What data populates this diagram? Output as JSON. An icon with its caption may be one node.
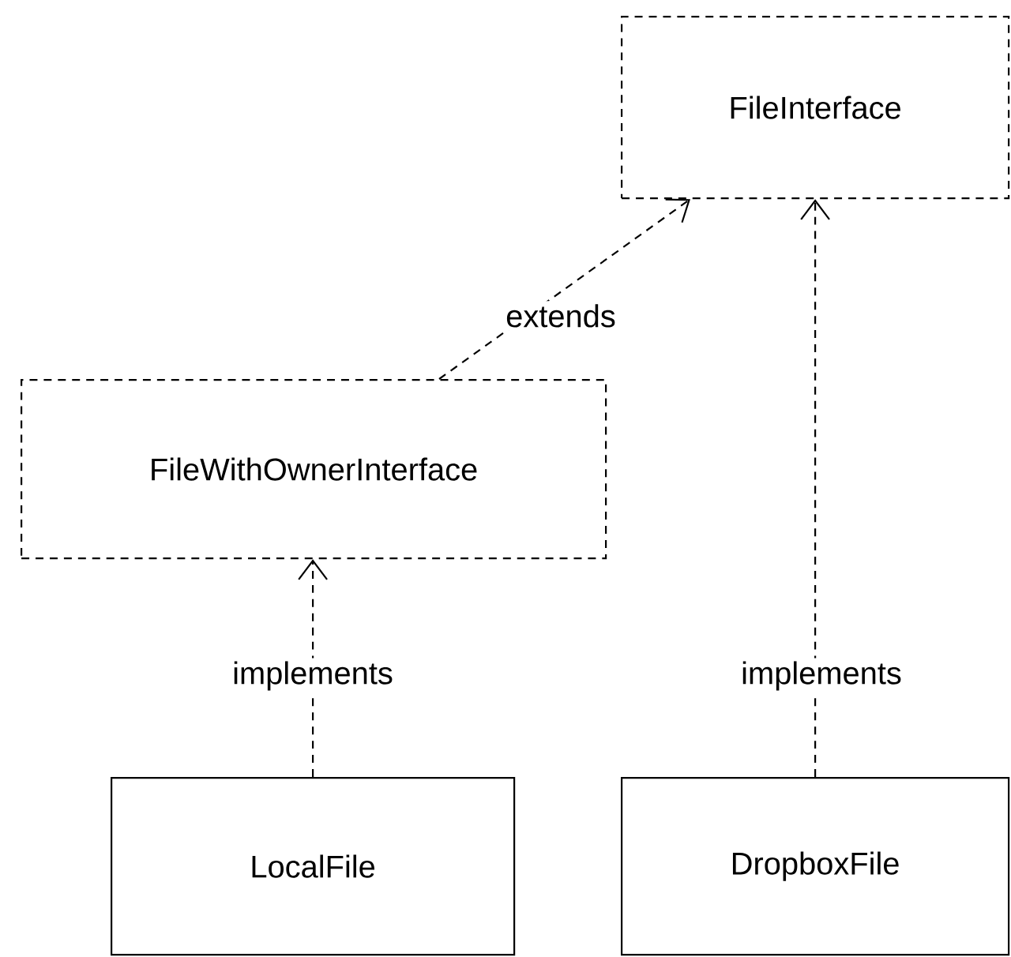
{
  "diagram": {
    "nodes": [
      {
        "text": [
          "FileInterface"
        ]
      },
      {
        "text": [
          "FileWithOwnerInterface"
        ]
      },
      {
        "text": [
          "LocalFile"
        ]
      },
      {
        "text": [
          "DropboxFile"
        ]
      }
    ],
    "edges": [
      {
        "from": 1,
        "to": 0,
        "arrow": "to",
        "label": "extends",
        "style": "dashed"
      },
      {
        "from": 2,
        "to": 1,
        "arrow": "to",
        "label": "implements",
        "style": "dashed"
      },
      {
        "from": 3,
        "to": 0,
        "arrow": "to",
        "label": "implements",
        "style": "dashed"
      }
    ]
  }
}
